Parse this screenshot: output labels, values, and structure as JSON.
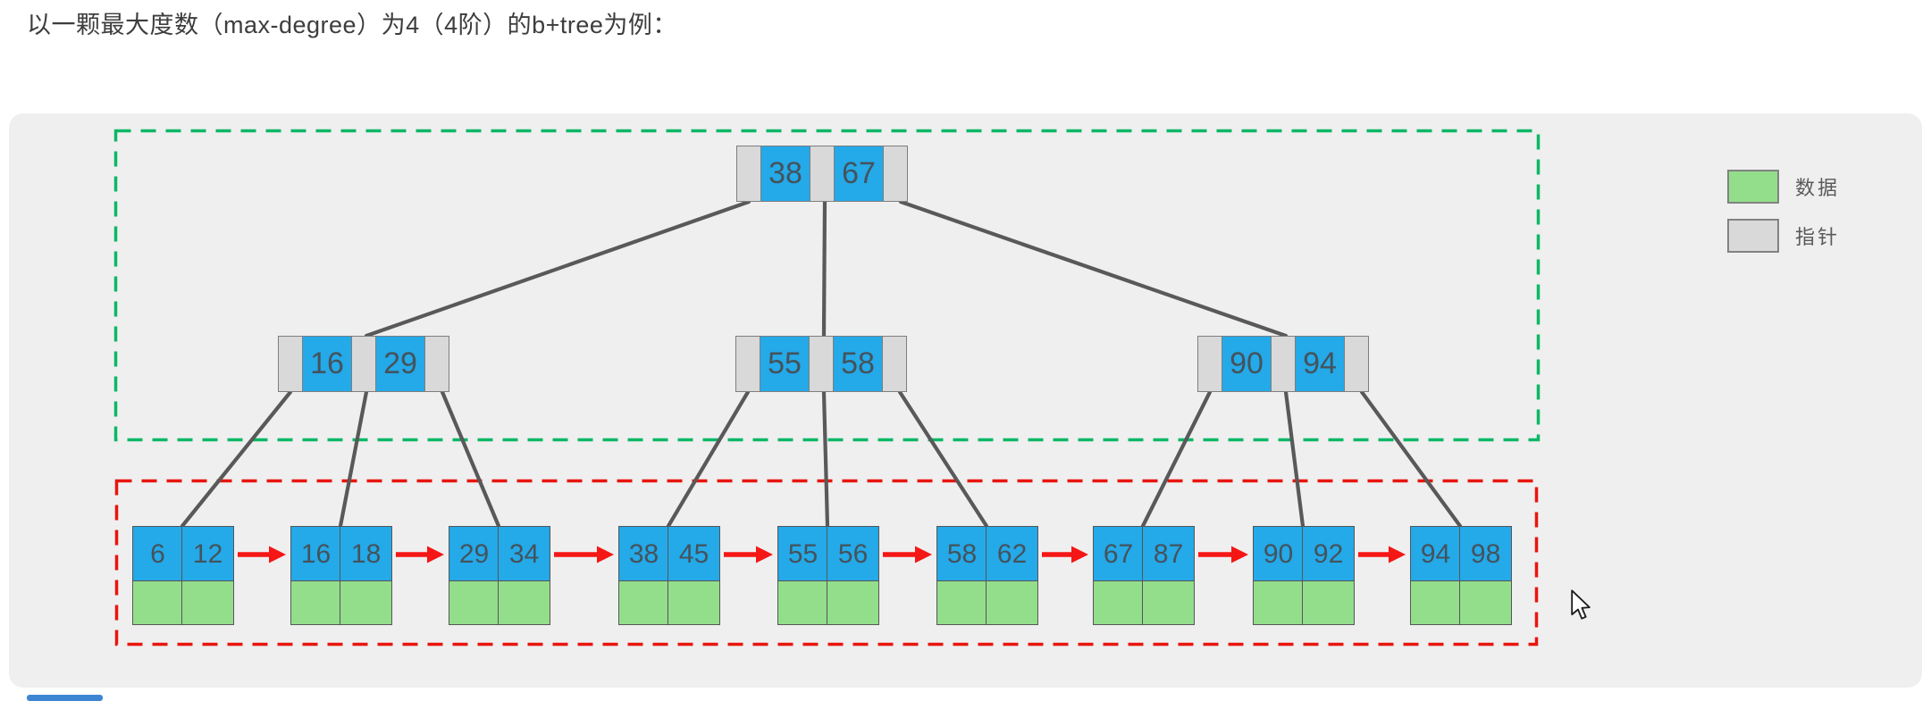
{
  "title": "以一颗最大度数（max-degree）为4（4阶）的b+tree为例：",
  "legend": {
    "items": [
      {
        "label": "数据",
        "color": "#93de8b"
      },
      {
        "label": "指针",
        "color": "#d9d9d9"
      }
    ]
  },
  "colors": {
    "key_cell_blue": "#24a9e9",
    "data_cell_green": "#93de8b",
    "pointer_cell_gray": "#d9d9d9",
    "edge_gray": "#595959",
    "leaf_link_red": "#f51616",
    "internal_group_outline_green": "#0cb765",
    "leaf_group_outline_red": "#e8150d",
    "panel_background": "#efeff0"
  },
  "tree": {
    "internal_nodes": [
      {
        "role": "root",
        "keys": [
          "38",
          "67"
        ]
      },
      {
        "role": "internal",
        "keys": [
          "16",
          "29"
        ]
      },
      {
        "role": "internal",
        "keys": [
          "55",
          "58"
        ]
      },
      {
        "role": "internal",
        "keys": [
          "90",
          "94"
        ]
      }
    ],
    "leaf_nodes": [
      {
        "keys": [
          "6",
          "12"
        ]
      },
      {
        "keys": [
          "16",
          "18"
        ]
      },
      {
        "keys": [
          "29",
          "34"
        ]
      },
      {
        "keys": [
          "38",
          "45"
        ]
      },
      {
        "keys": [
          "55",
          "56"
        ]
      },
      {
        "keys": [
          "58",
          "62"
        ]
      },
      {
        "keys": [
          "67",
          "87"
        ]
      },
      {
        "keys": [
          "90",
          "92"
        ]
      },
      {
        "keys": [
          "94",
          "98"
        ]
      }
    ]
  }
}
